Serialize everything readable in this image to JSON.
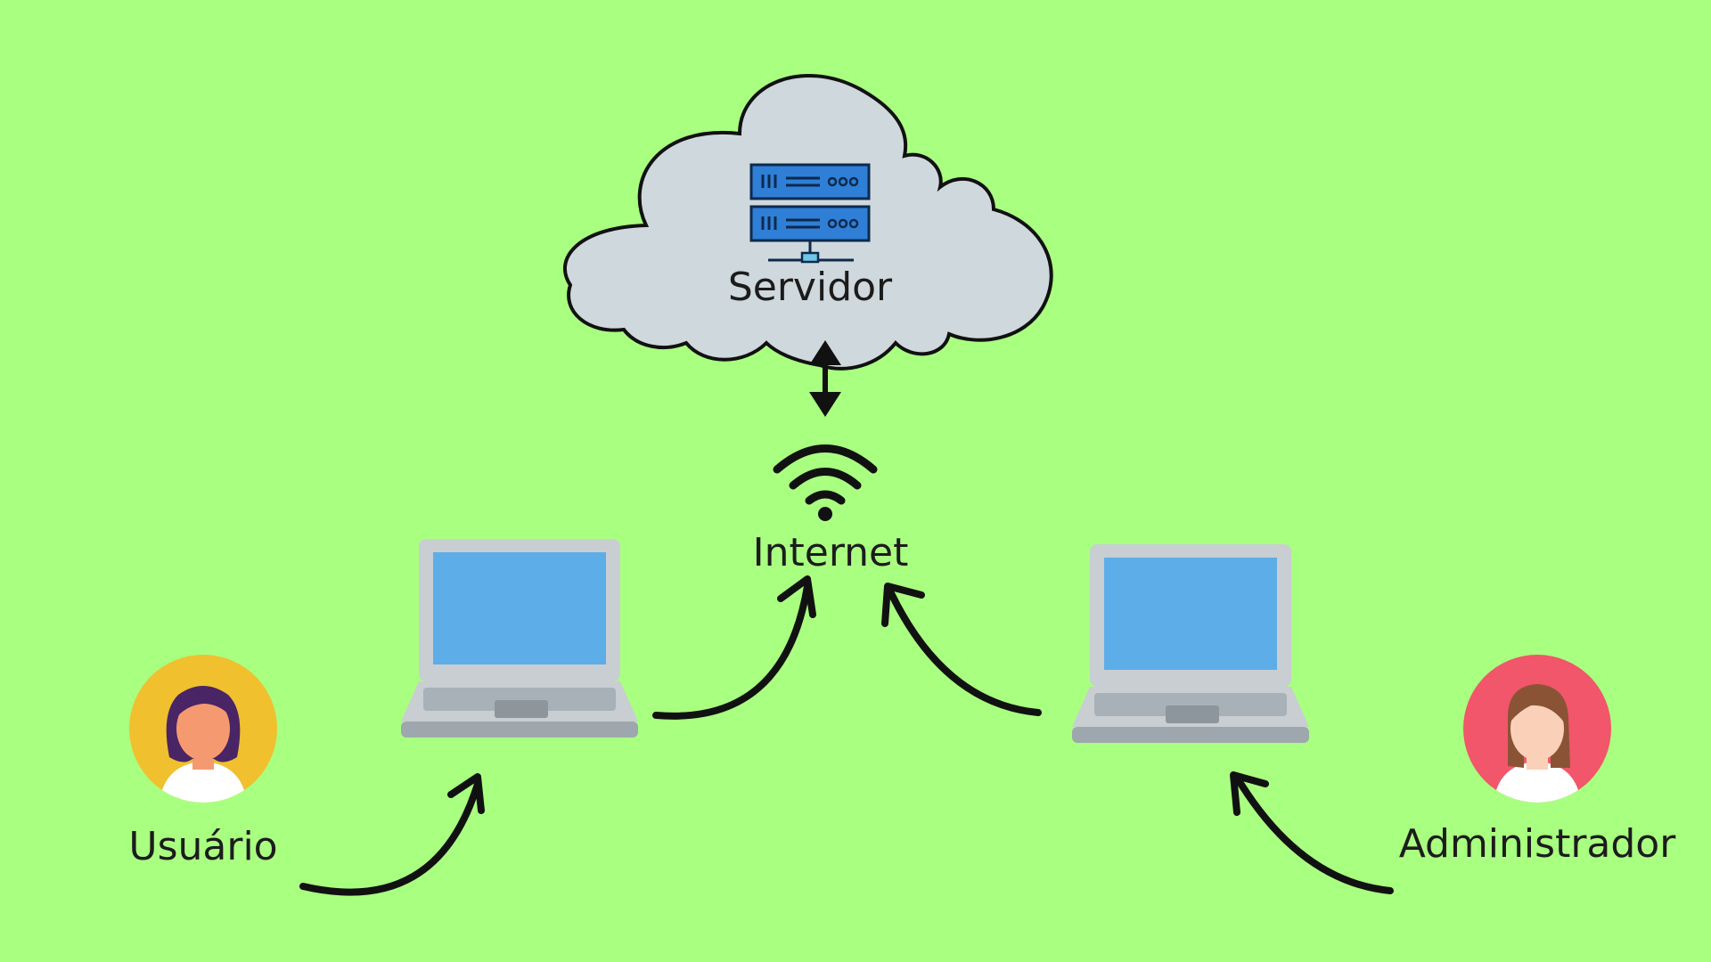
{
  "diagram": {
    "background_color": "#a9ff80",
    "server": {
      "label": "Servidor",
      "icon": "server-rack-icon",
      "cloud_color": "#cfd8dc",
      "rack_color": "#2f7fd6"
    },
    "internet": {
      "label": "Internet",
      "icon": "wifi-icon"
    },
    "user": {
      "label": "Usuário",
      "icon": "woman-avatar-icon",
      "avatar_bg": "#f0c02e",
      "hair_color": "#4a2565"
    },
    "admin": {
      "label": "Administrador",
      "icon": "woman-avatar-icon",
      "avatar_bg": "#f1566a",
      "hair_color": "#8a5336"
    },
    "laptop": {
      "icon": "laptop-icon",
      "screen_color": "#5dade9",
      "body_color": "#c8ced2"
    }
  }
}
